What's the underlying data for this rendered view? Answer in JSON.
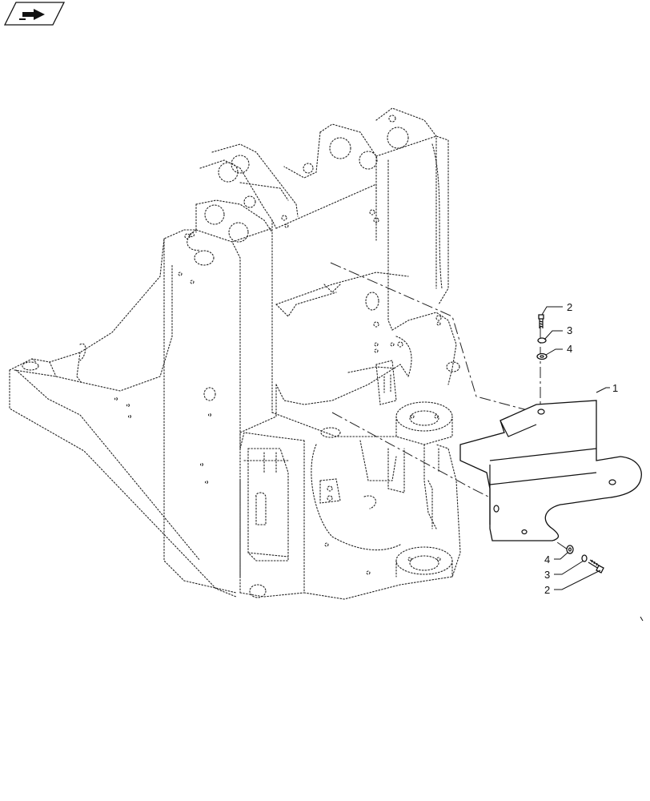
{
  "callouts": {
    "part_1": "1",
    "top_bolt": "2",
    "top_lockwasher": "3",
    "top_flatwasher": "4",
    "bottom_flatwasher": "4",
    "bottom_lockwasher": "3",
    "bottom_bolt": "2"
  },
  "icons": {
    "corner_badge": "truck-arrow-icon"
  },
  "colors": {
    "line": "#111111",
    "background": "#ffffff"
  }
}
